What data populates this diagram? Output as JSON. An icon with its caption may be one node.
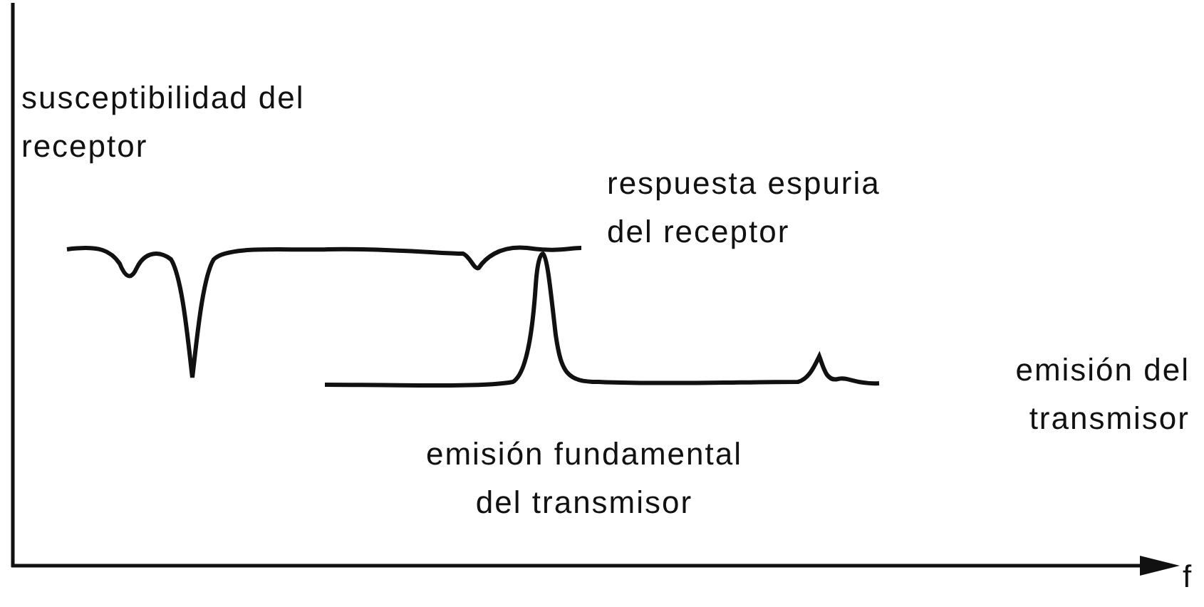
{
  "diagram": {
    "labels": [
      "susceptibilidad del receptor",
      "respuesta espuria del receptor",
      "emisión del transmisor",
      "emisión fundamental del transmisor",
      "f"
    ]
  }
}
